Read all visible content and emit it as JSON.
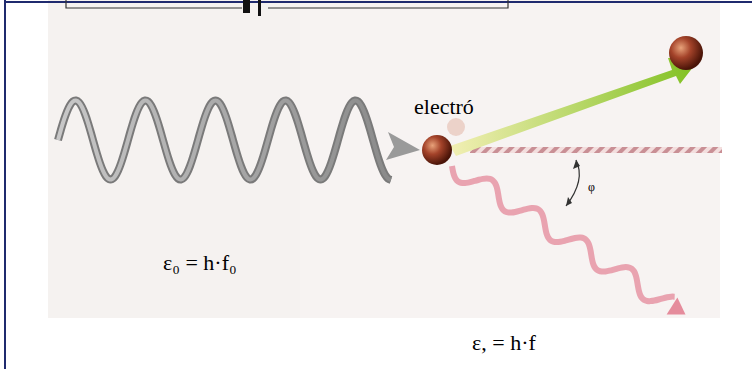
{
  "diagram": {
    "labels": [
      "electró",
      "ε₀ = h·f₀",
      "φ",
      "ε, = h·f"
    ]
  }
}
